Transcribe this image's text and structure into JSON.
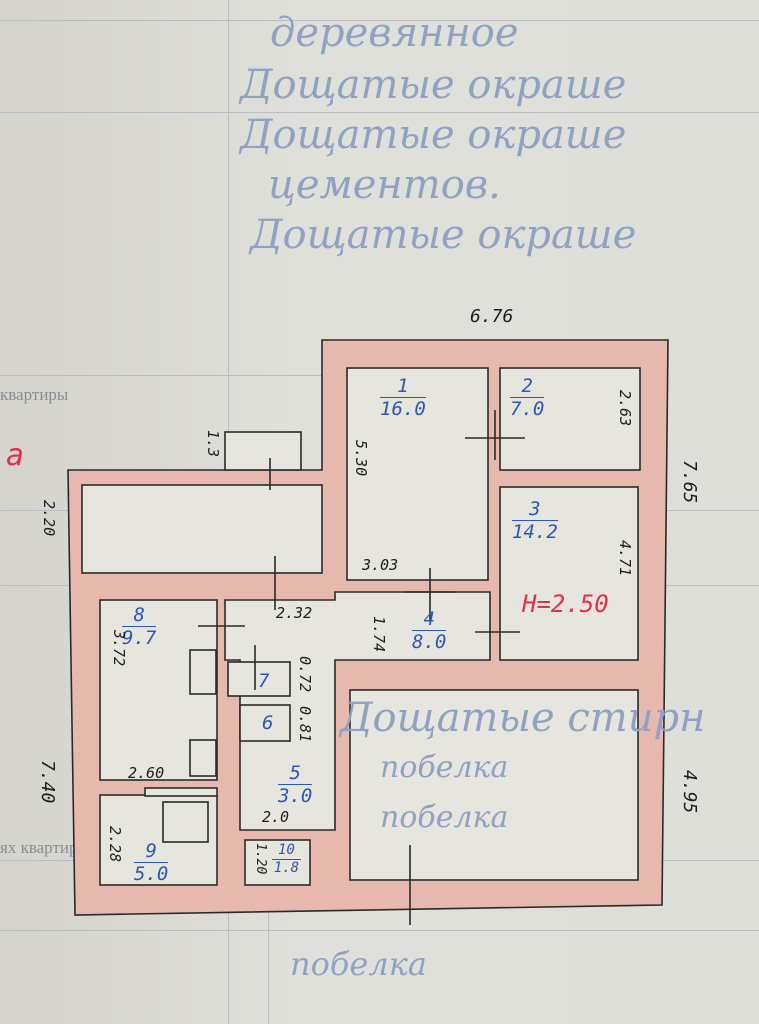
{
  "background_text": {
    "line1": "деревянное",
    "line2": "Дощатые окраше",
    "line3": "Дощатые окраше",
    "line4": "цементов.",
    "line5": "Дощатые окраше",
    "line6": "Дощатые стирн",
    "line7": "побелка",
    "line8": "побелка",
    "printed1": "квартиры",
    "printed2": "ях квартир",
    "bottom": "побелка"
  },
  "margin_mark": "а",
  "ceiling_height": "H=2.50",
  "rooms": [
    {
      "number": "1",
      "area": "16.0"
    },
    {
      "number": "2",
      "area": "7.0"
    },
    {
      "number": "3",
      "area": "14.2"
    },
    {
      "number": "4",
      "area": "8.0"
    },
    {
      "number": "5",
      "area": "3.0"
    },
    {
      "number": "6"
    },
    {
      "number": "7"
    },
    {
      "number": "8",
      "area": "9.7"
    },
    {
      "number": "9",
      "area": "5.0"
    },
    {
      "number": "10",
      "area": "1.8"
    }
  ],
  "dimensions": {
    "top_width": "6.76",
    "porch": "1.3",
    "left_annex": "2.20",
    "room1_height": "5.30",
    "room1_width": "3.03",
    "room2_height": "2.63",
    "right_upper": "7.65",
    "room3_height": "4.71",
    "corridor_width": "2.32",
    "corridor_height": "1.74",
    "room8_height": "3.72",
    "room7_dim": "0.72",
    "room6_dim": "0.81",
    "left_total": "7.40",
    "kitchen_width": "2.60",
    "room9_height": "2.28",
    "room5_width": "2.0",
    "room10_dim": "1.20",
    "right_lower": "4.95"
  },
  "colors": {
    "walls": "#e7b8ad",
    "room_numbers": "#2a58b8",
    "height_mark": "#e0304a"
  }
}
